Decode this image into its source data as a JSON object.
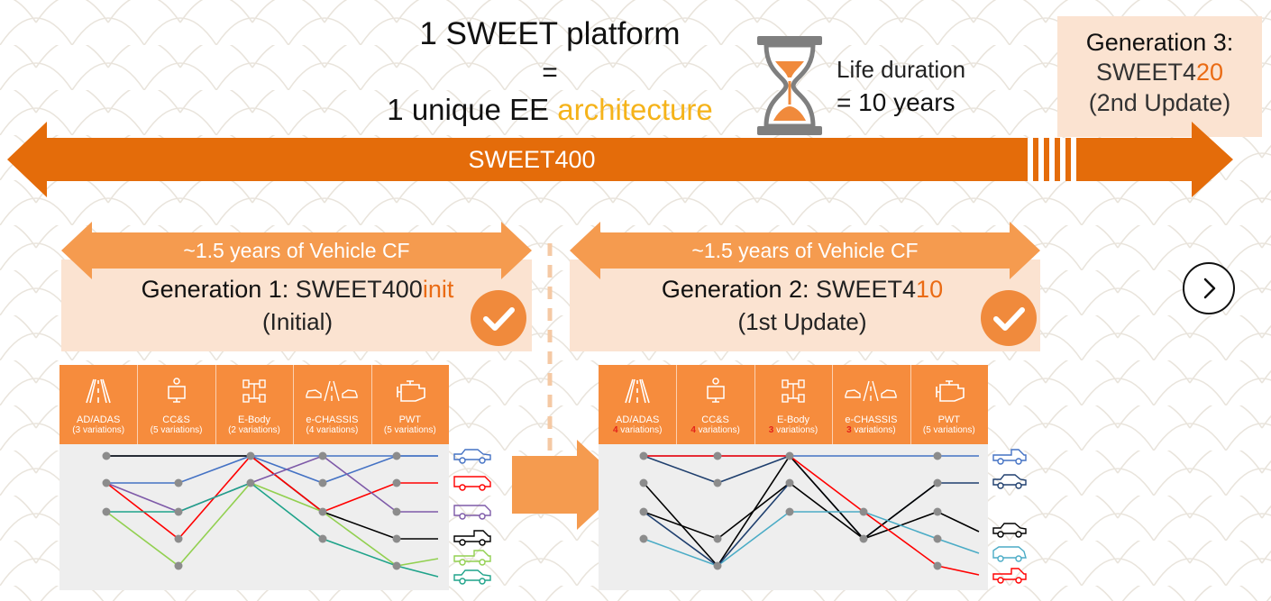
{
  "header": {
    "line1": "1 SWEET platform",
    "line2": "=",
    "line3_prefix": "1 unique EE ",
    "line3_highlight": "architecture",
    "life_label": "Life duration",
    "life_value_prefix": "= ",
    "life_value": "10 years"
  },
  "generation3": {
    "title": "Generation 3:",
    "name_prefix": "SWEET4",
    "name_suffix": "20",
    "note": "(2nd Update)"
  },
  "timeline": {
    "label": "SWEET400"
  },
  "generation1": {
    "duration": "~1.5 years of Vehicle CF",
    "title": "Generation 1:",
    "name_prefix": "SWEET400",
    "name_suffix": "init",
    "note": "(Initial)"
  },
  "generation2": {
    "duration": "~1.5 years of Vehicle CF",
    "title": "Generation 2:",
    "name_prefix": "SWEET4",
    "name_suffix": "10",
    "note": "(1st Update)"
  },
  "panel1": {
    "categories": [
      {
        "name": "AD/ADAS",
        "count": "3",
        "suffix": " variations)",
        "icon": "road-icon"
      },
      {
        "name": "CC&S",
        "count": "5",
        "suffix": " variations)",
        "icon": "monitor-person-icon"
      },
      {
        "name": "E-Body",
        "count": "2",
        "suffix": " variations)",
        "icon": "chassis-icon"
      },
      {
        "name": "e-CHASSIS",
        "count": "4",
        "suffix": " variations)",
        "icon": "cars-road-icon"
      },
      {
        "name": "PWT",
        "count": "5",
        "suffix": " variations)",
        "icon": "engine-icon"
      }
    ]
  },
  "panel2": {
    "categories": [
      {
        "name": "AD/ADAS",
        "count": "4",
        "suffix": " variations)",
        "icon": "road-icon"
      },
      {
        "name": "CC&S",
        "count": "4",
        "suffix": " variations)",
        "icon": "monitor-person-icon"
      },
      {
        "name": "E-Body",
        "count": "3",
        "suffix": " variations)",
        "icon": "chassis-icon"
      },
      {
        "name": "e-CHASSIS",
        "count": "3",
        "suffix": " variations)",
        "icon": "cars-road-icon"
      },
      {
        "name": "PWT",
        "count": "5",
        "suffix": " variations)",
        "icon": "engine-icon"
      }
    ]
  },
  "colors": {
    "arrow_dark": "#e46c0a",
    "arrow_light": "#f59b4f",
    "card_bg": "#fbe3d1",
    "highlight_yellow": "#f5b31a",
    "highlight_orange": "#ea6b14",
    "panel_header": "#f68c3d",
    "panel_body": "#eeeeee",
    "line_blue": "#4472c4",
    "line_black": "#000000",
    "line_red": "#ff0000",
    "line_purple": "#7e5aa8",
    "line_green": "#92d050",
    "line_teal": "#1fa38a",
    "line_navy": "#1f3f6e",
    "line_lightblue": "#4bacc6"
  },
  "icons": [
    "hourglass-icon",
    "check-icon",
    "chevron-right-icon",
    "car-icon",
    "truck-icon",
    "van-icon"
  ]
}
